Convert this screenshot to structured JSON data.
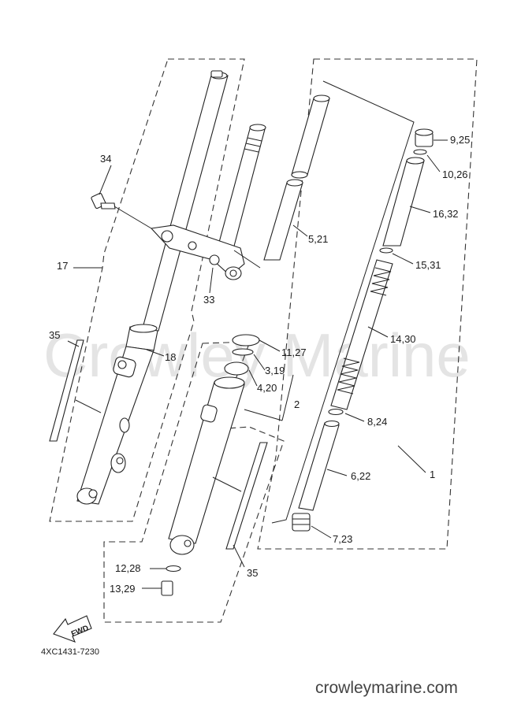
{
  "watermark": "Crowley Marine",
  "diagram_code": "4XC1431-7230",
  "website": "crowleymarine.com",
  "direction_icon": {
    "name": "fwd-arrow-icon",
    "text": "FWD"
  },
  "labels": {
    "p34": "34",
    "p17": "17",
    "p33": "33",
    "p35a": "35",
    "p18": "18",
    "p521": "5,21",
    "p925": "9,25",
    "p1026": "10,26",
    "p1632": "16,32",
    "p1531": "15,31",
    "p1430": "14,30",
    "p1127": "11,27",
    "p319": "3,19",
    "p420": "4,20",
    "p2": "2",
    "p824": "8,24",
    "p1": "1",
    "p622": "6,22",
    "p723": "7,23",
    "p1228": "12,28",
    "p1329": "13,29",
    "p35b": "35"
  }
}
